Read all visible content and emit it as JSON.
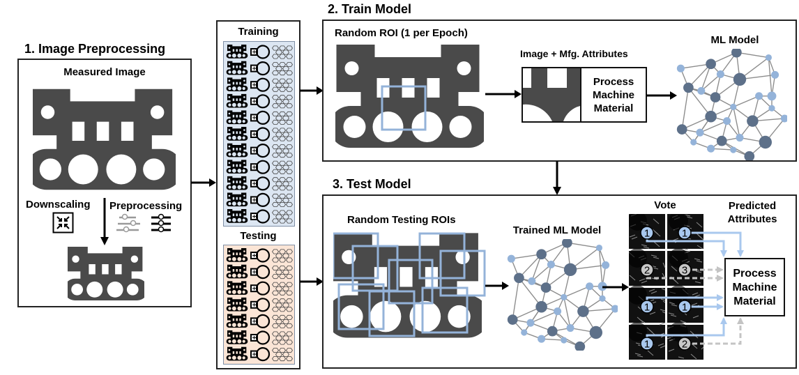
{
  "sections": {
    "preprocessing": {
      "title": "1. Image Preprocessing",
      "measured_image_label": "Measured Image",
      "downscaling_label": "Downscaling",
      "preprocessing_label": "Preprocessing"
    },
    "dataset": {
      "training_label": "Training",
      "testing_label": "Testing",
      "training_rows": 11,
      "testing_rows": 7,
      "training_color": "#dce6f2",
      "testing_color": "#fbe5d6"
    },
    "train": {
      "title": "2. Train Model",
      "roi_label": "Random ROI (1 per Epoch)",
      "input_label": "Image + Mfg. Attributes",
      "attributes": [
        "Process",
        "Machine",
        "Material"
      ],
      "model_label": "ML Model"
    },
    "test": {
      "title": "3. Test Model",
      "rois_label": "Random Testing ROIs",
      "model_label": "Trained ML Model",
      "vote_label": "Vote",
      "predicted_label_line1": "Predicted",
      "predicted_label_line2": "Attributes",
      "attributes": [
        "Process",
        "Machine",
        "Material"
      ],
      "votes": [
        {
          "value": "1",
          "style": "agree"
        },
        {
          "value": "1",
          "style": "agree"
        },
        {
          "value": "2",
          "style": "disagree"
        },
        {
          "value": "3",
          "style": "disagree"
        },
        {
          "value": "1",
          "style": "agree"
        },
        {
          "value": "1",
          "style": "agree"
        },
        {
          "value": "1",
          "style": "agree"
        },
        {
          "value": "2",
          "style": "disagree"
        }
      ]
    }
  },
  "colors": {
    "part_gray": "#4a4a4a",
    "roi_blue": "#94b3d9",
    "node_dark": "#5d7089",
    "node_light": "#94b3d9",
    "edge_gray": "#8c8c8c",
    "vote_agree": "#a9c8ee",
    "vote_disagree": "#c7c7c7",
    "arrow_agree": "#a9c8ee",
    "arrow_disagree": "#c4c4c4"
  }
}
